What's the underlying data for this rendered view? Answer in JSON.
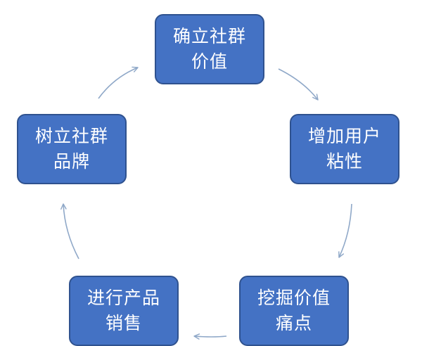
{
  "diagram": {
    "type": "cycle",
    "nodes": [
      {
        "id": "establish-value",
        "line1": "确立社群",
        "line2": "价值"
      },
      {
        "id": "increase-stickiness",
        "line1": "增加用户",
        "line2": "粘性"
      },
      {
        "id": "dig-pain-points",
        "line1": "挖掘价值",
        "line2": "痛点"
      },
      {
        "id": "product-sales",
        "line1": "进行产品",
        "line2": "销售"
      },
      {
        "id": "build-brand",
        "line1": "树立社群",
        "line2": "品牌"
      }
    ],
    "edges": [
      {
        "from": "establish-value",
        "to": "increase-stickiness"
      },
      {
        "from": "increase-stickiness",
        "to": "dig-pain-points"
      },
      {
        "from": "dig-pain-points",
        "to": "product-sales"
      },
      {
        "from": "product-sales",
        "to": "build-brand"
      },
      {
        "from": "build-brand",
        "to": "establish-value"
      }
    ],
    "colors": {
      "node_fill": "#4472c4",
      "node_border": "#2f528f",
      "node_text": "#ffffff",
      "arrow": "#8fa8c8"
    }
  }
}
